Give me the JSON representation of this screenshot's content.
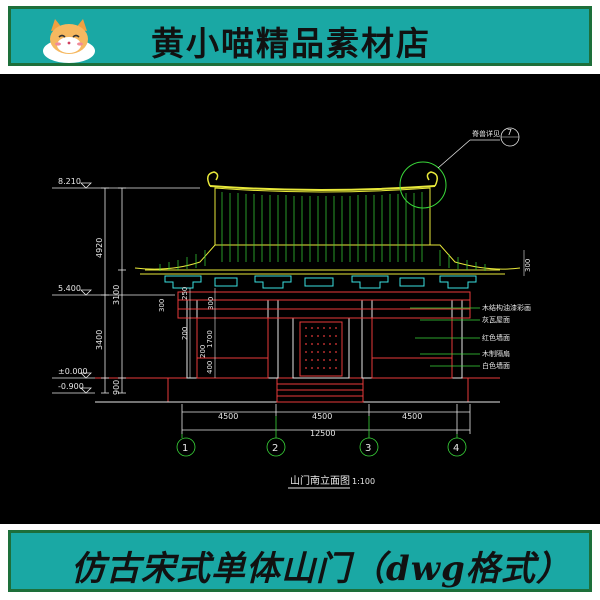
{
  "shop": {
    "title": "黄小喵精品素材店",
    "logo": "cat-icon"
  },
  "product": {
    "title": "仿古宋式单体山门（dwg格式）"
  },
  "drawing": {
    "caption": "山门南立面图",
    "scale": "1:100",
    "detail_callout": {
      "label": "脊兽详见",
      "ref": "7"
    },
    "elevations": [
      "8.210",
      "5.400",
      "±0.000",
      "-0.900"
    ],
    "vertical_dims": [
      "4920",
      "3400",
      "3100",
      "900"
    ],
    "inner_dims": [
      "300",
      "250",
      "200",
      "1700",
      "200",
      "400",
      "300"
    ],
    "right_dim": "300",
    "bay_dims": [
      "4500",
      "4500",
      "4500"
    ],
    "total_dim": "12500",
    "axes": [
      "1",
      "2",
      "3",
      "4"
    ],
    "annotations": [
      "木结构油漆彩画",
      "灰瓦屋面",
      "红色墙面",
      "木制隔扇",
      "白色墙面"
    ]
  },
  "colors": {
    "banner_bg": "#1aa8a4",
    "banner_border": "#1d6f3a",
    "cad_green": "#3ad83a",
    "cad_yellow": "#e8e83a",
    "cad_cyan": "#3ae0e0",
    "cad_red": "#e83a3a",
    "cad_white": "#e6e6e6"
  }
}
